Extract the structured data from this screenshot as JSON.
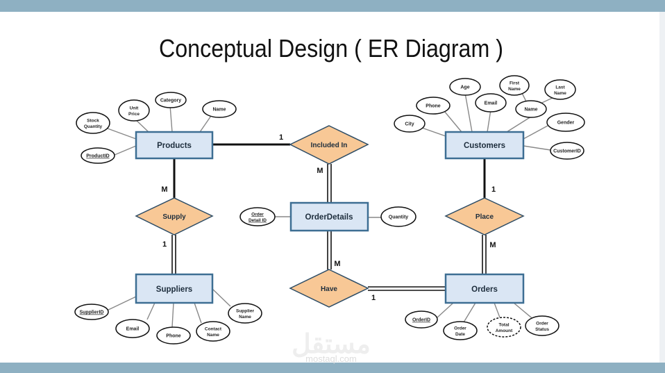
{
  "title": "Conceptual Design ( ER Diagram )",
  "entities": {
    "products": "Products",
    "customers": "Customers",
    "orderdetails": "OrderDetails",
    "suppliers": "Suppliers",
    "orders": "Orders"
  },
  "relationships": {
    "included_in": "Included In",
    "supply": "Supply",
    "place": "Place",
    "have": "Have"
  },
  "attributes": {
    "stock_quantity": [
      "Stock",
      "Quantity"
    ],
    "unit_price": [
      "Unit",
      "Price"
    ],
    "category": [
      "Category"
    ],
    "product_name": [
      "Name"
    ],
    "product_id": [
      "ProductID"
    ],
    "phone_customer": [
      "Phone"
    ],
    "age": [
      "Age"
    ],
    "email_customer": [
      "Email"
    ],
    "first_name": [
      "First",
      "Name"
    ],
    "last_name": [
      "Last",
      "Name"
    ],
    "customer_name": [
      "Name"
    ],
    "city": [
      "City"
    ],
    "gender": [
      "Gender"
    ],
    "customer_id": [
      "CustomerID"
    ],
    "order_detail_id": [
      "Order",
      "Detail ID"
    ],
    "quantity": [
      "Quantity"
    ],
    "supplier_id": [
      "SupplierID"
    ],
    "email_supplier": [
      "Email"
    ],
    "phone_supplier": [
      "Phone"
    ],
    "contact_name": [
      "Contact",
      "Name"
    ],
    "supplier_name": [
      "Supplier",
      "Name"
    ],
    "order_id": [
      "OrderID"
    ],
    "order_date": [
      "Order",
      "Date"
    ],
    "total_amount": [
      "Total",
      "Amount"
    ],
    "order_status": [
      "Order",
      "Status"
    ]
  },
  "cardinalities": {
    "products_included": "1",
    "included_orderdetails": "M",
    "products_supply": "M",
    "supply_suppliers": "1",
    "customers_place": "1",
    "place_orders": "M",
    "orderdetails_have": "M",
    "have_orders": "1"
  },
  "watermark": {
    "arabic": "مستقل",
    "latin": "mostaql.com"
  },
  "colors": {
    "entity_fill": "#dae6f4",
    "entity_stroke": "#3d6e93",
    "relationship_fill": "#f8c896",
    "relationship_stroke": "#2e4d66",
    "bar": "#8eb0c2"
  }
}
